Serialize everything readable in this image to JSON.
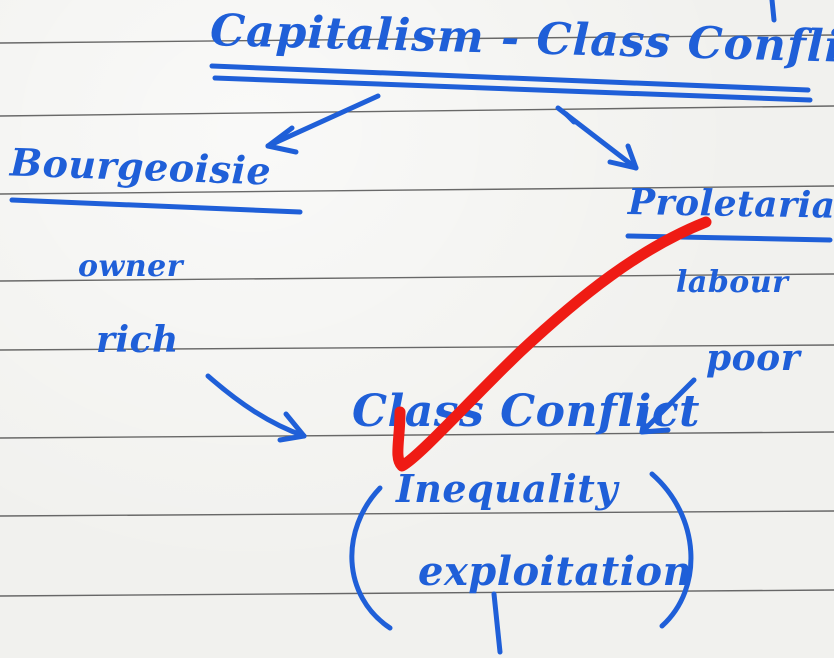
{
  "notes": {
    "title": "Capitalism - Class Conflict",
    "left_class": "Bourgeoisie",
    "left_trait_1": "owner",
    "left_trait_2": "rich",
    "right_class": "Proletariat",
    "right_trait_1": "labour",
    "right_trait_2": "poor",
    "center": "Class Conflict",
    "center_note_1": "Inequality",
    "center_note_2": "exploitation"
  },
  "colors": {
    "paper": "#f1f1ee",
    "rule": "#2a2a2a",
    "ink": "#1f5fd8",
    "check_mark": "#ef1b14"
  },
  "marks": {
    "check_mark": "red-check-mark"
  }
}
